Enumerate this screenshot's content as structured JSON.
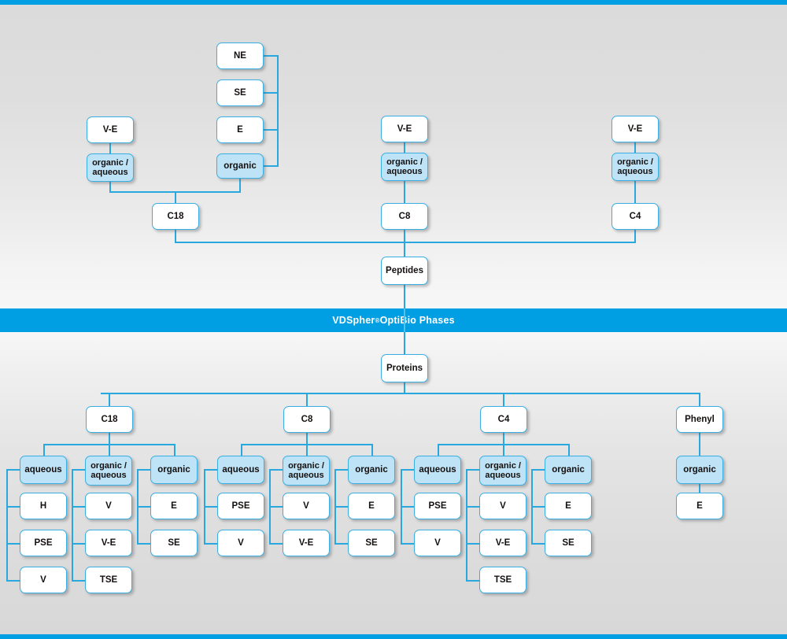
{
  "banner": {
    "text_before": "VDSpher",
    "sup": "®",
    "text_after": " OptiBio Phases"
  },
  "colors": {
    "accent_blue": "#009fe3",
    "line_blue": "#29a8e0",
    "node_border": "#3aafe4",
    "node_fill_white": "#ffffff",
    "node_fill_blue": "#bfe3f6",
    "background_gray": "#dcdcdc",
    "banner_text": "#ffffff"
  },
  "peptides": {
    "root": "Peptides",
    "columns": [
      {
        "phase": "C18",
        "groups": [
          {
            "label": "V-E",
            "type": "leaf-top"
          },
          {
            "label": "organic /\naqueous",
            "type": "modifier"
          },
          {
            "label": "organic",
            "type": "modifier"
          }
        ],
        "organic_children": [
          "NE",
          "SE",
          "E"
        ]
      },
      {
        "phase": "C8",
        "groups": [
          {
            "label": "V-E",
            "type": "leaf-top"
          },
          {
            "label": "organic /\naqueous",
            "type": "modifier"
          }
        ],
        "organic_children": []
      },
      {
        "phase": "C4",
        "groups": [
          {
            "label": "V-E",
            "type": "leaf-top"
          },
          {
            "label": "organic /\naqueous",
            "type": "modifier"
          }
        ],
        "organic_children": []
      }
    ]
  },
  "proteins": {
    "root": "Proteins",
    "columns": [
      {
        "phase": "C18",
        "branches": [
          {
            "modifier": "aqueous",
            "items": [
              "H",
              "PSE",
              "V"
            ]
          },
          {
            "modifier": "organic /\naqueous",
            "items": [
              "V",
              "V-E",
              "TSE"
            ]
          },
          {
            "modifier": "organic",
            "items": [
              "E",
              "SE"
            ]
          }
        ]
      },
      {
        "phase": "C8",
        "branches": [
          {
            "modifier": "aqueous",
            "items": [
              "PSE",
              "V"
            ]
          },
          {
            "modifier": "organic /\naqueous",
            "items": [
              "V",
              "V-E"
            ]
          },
          {
            "modifier": "organic",
            "items": [
              "E",
              "SE"
            ]
          }
        ]
      },
      {
        "phase": "C4",
        "branches": [
          {
            "modifier": "aqueous",
            "items": [
              "PSE",
              "V"
            ]
          },
          {
            "modifier": "organic /\naqueous",
            "items": [
              "V",
              "V-E",
              "TSE"
            ]
          },
          {
            "modifier": "organic",
            "items": [
              "E",
              "SE"
            ]
          }
        ]
      },
      {
        "phase": "Phenyl",
        "branches": [
          {
            "modifier": "organic",
            "items": [
              "E"
            ]
          }
        ]
      }
    ]
  }
}
